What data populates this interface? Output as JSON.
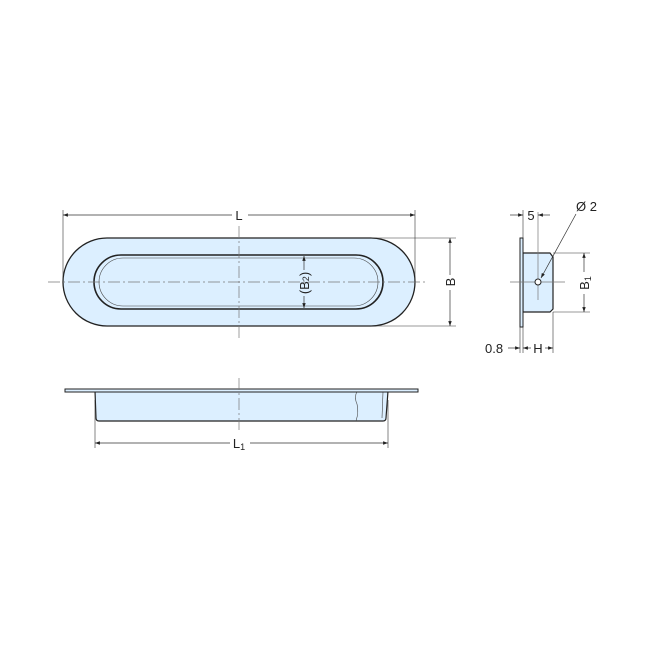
{
  "colors": {
    "stroke": "#222222",
    "fill": "#dcefff",
    "centerline": "#777777",
    "dim": "#333333"
  },
  "labels": {
    "L": "L",
    "B": "B",
    "B2_main": "(B",
    "B2_sub": "2",
    "B2_close": ")",
    "L1_main": "L",
    "L1_sub": "1",
    "five": "5",
    "dia": "Ø 2",
    "B1_main": "B",
    "B1_sub": "1",
    "t": "0.8",
    "H": "H"
  }
}
